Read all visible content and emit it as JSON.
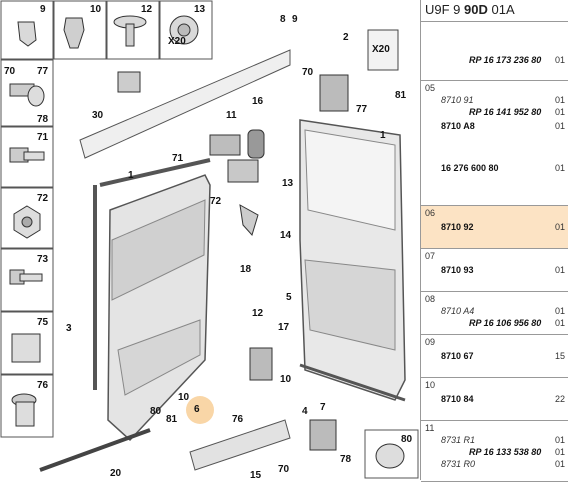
{
  "header": {
    "code_a": "U9F 9",
    "code_b": "90D",
    "code_c": "01A"
  },
  "partial_top": {
    "line": "RP 16 173 236 80",
    "qty": "01"
  },
  "rows": [
    {
      "pos": "05",
      "lines": [
        {
          "t": "8710 91",
          "s": "i"
        },
        {
          "t": "RP 16 141 952 80",
          "s": "rp"
        },
        {
          "t": "8710 A8",
          "s": "b"
        },
        {
          "t": "16 276 600 80",
          "s": "b"
        }
      ],
      "qtys": [
        "01",
        "01",
        "01",
        "01"
      ]
    },
    {
      "pos": "06",
      "lines": [
        {
          "t": "8710 92",
          "s": "b"
        }
      ],
      "qtys": [
        "01"
      ],
      "selected": true
    },
    {
      "pos": "07",
      "lines": [
        {
          "t": "8710 93",
          "s": "b"
        }
      ],
      "qtys": [
        "01"
      ]
    },
    {
      "pos": "08",
      "lines": [
        {
          "t": "8710 A4",
          "s": "i"
        },
        {
          "t": "RP 16 106 956 80",
          "s": "rp"
        }
      ],
      "qtys": [
        "01",
        "01"
      ]
    },
    {
      "pos": "09",
      "lines": [
        {
          "t": "8710 67",
          "s": "b"
        }
      ],
      "qtys": [
        "15"
      ]
    },
    {
      "pos": "10",
      "lines": [
        {
          "t": "8710 84",
          "s": "b"
        }
      ],
      "qtys": [
        "22"
      ]
    },
    {
      "pos": "11",
      "lines": [
        {
          "t": "8731 R1",
          "s": "i"
        },
        {
          "t": "RP 16 133 538 80",
          "s": "rp"
        },
        {
          "t": "8731 R0",
          "s": "i"
        }
      ],
      "qtys": [
        "01",
        "01",
        "01"
      ]
    }
  ],
  "callouts": {
    "box9": "9",
    "box10": "10",
    "box12": "12",
    "box13": "13",
    "box70": "70",
    "box77": "77",
    "box78": "78",
    "box71": "71",
    "box72": "72",
    "box73": "73",
    "box75": "75",
    "box76": "76",
    "box80": "80",
    "x20": "X20",
    "n1a": "1",
    "n1b": "1",
    "n2": "2",
    "n3": "3",
    "n4": "4",
    "n5": "5",
    "n6": "6",
    "n7": "7",
    "n8": "8",
    "n9": "9",
    "n10a": "10",
    "n10b": "10",
    "n11": "11",
    "n12": "12",
    "n13": "13",
    "n14": "14",
    "n15": "15",
    "n16": "16",
    "n17": "17",
    "n18": "18",
    "n20": "20",
    "n30": "30",
    "n70a": "70",
    "n70b": "70",
    "n71": "71",
    "n72": "72",
    "n76": "76",
    "n77": "77",
    "n78": "78",
    "n80": "80",
    "n81a": "81",
    "n81b": "81"
  }
}
